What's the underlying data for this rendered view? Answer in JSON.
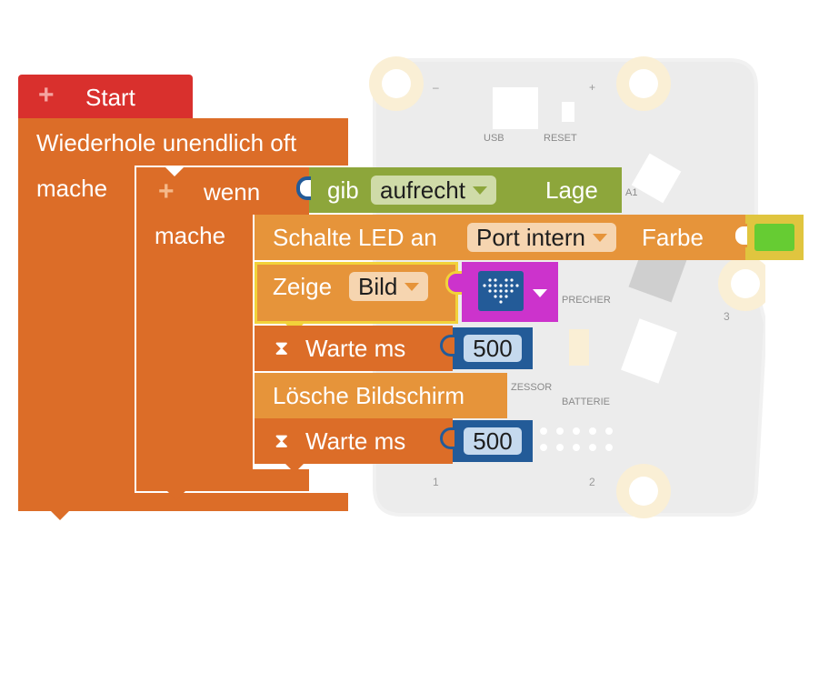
{
  "start": {
    "label": "Start"
  },
  "loop": {
    "title": "Wiederhole unendlich oft",
    "do_label": "mache"
  },
  "if_block": {
    "label": "wenn",
    "do_label": "mache"
  },
  "condition": {
    "prefix": "gib",
    "option": "aufrecht",
    "suffix": "Lage"
  },
  "led": {
    "label": "Schalte LED an",
    "port": "Port intern",
    "color_label": "Farbe",
    "color_value": "#66cc33"
  },
  "show": {
    "label": "Zeige",
    "option": "Bild",
    "image_icon": "heart-matrix-icon"
  },
  "wait1": {
    "label": "Warte ms",
    "value": "500"
  },
  "clear": {
    "label": "Lösche Bildschirm"
  },
  "wait2": {
    "label": "Warte ms",
    "value": "500"
  },
  "board": {
    "usb": "USB",
    "reset": "RESET",
    "a1": "A1",
    "sprecher": "PRECHER",
    "prozessor": "ZESSOR",
    "batterie": "BATTERIE",
    "pad_minus": "–",
    "pad_plus": "+",
    "pad_1": "1",
    "pad_2": "2",
    "pad_3": "3"
  },
  "colors": {
    "start": "#d9302d",
    "loop": "#dc6d28",
    "action": "#e6943a",
    "sensor": "#8da63b",
    "wait_value": "#235b98",
    "image": "#cc33cc"
  }
}
